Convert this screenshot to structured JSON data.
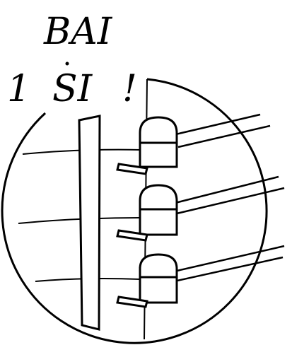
{
  "caption": {
    "line1": "BAI",
    "line2_number": "1",
    "line2_word": "SI",
    "line2_exclaim": "!"
  },
  "colors": {
    "ink": "#000000",
    "paper": "#ffffff"
  },
  "figure": {
    "components": [
      "circular-detail-view",
      "vertical-post",
      "horizontal-wires",
      "insulators"
    ],
    "insulator_count": 3
  }
}
